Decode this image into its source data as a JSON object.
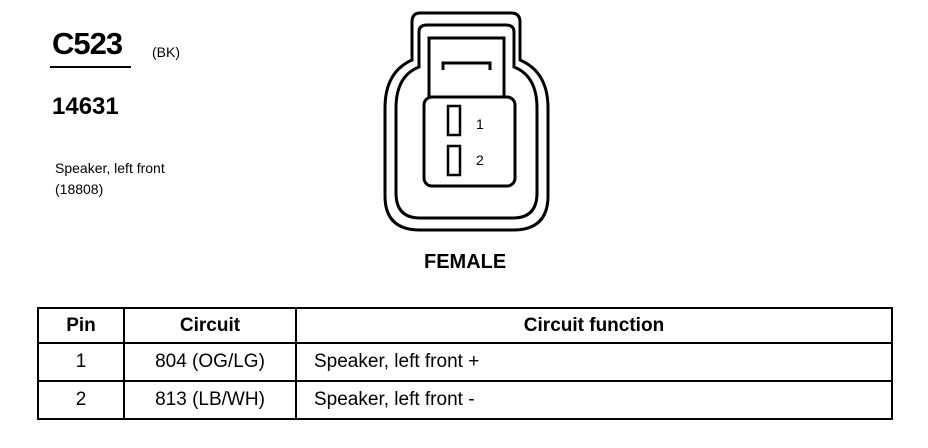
{
  "connector": {
    "id": "C523",
    "color_code": "(BK)",
    "part_number": "14631",
    "description_line1": "Speaker, left front",
    "description_line2": "(18808)",
    "gender": "FEMALE",
    "pins": [
      {
        "label": "1"
      },
      {
        "label": "2"
      }
    ]
  },
  "table": {
    "headers": {
      "pin": "Pin",
      "circuit": "Circuit",
      "function": "Circuit function"
    },
    "rows": [
      {
        "pin": "1",
        "circuit": "804 (OG/LG)",
        "function": "Speaker, left front  +"
      },
      {
        "pin": "2",
        "circuit": "813 (LB/WH)",
        "function": "Speaker, left front  -"
      }
    ]
  }
}
